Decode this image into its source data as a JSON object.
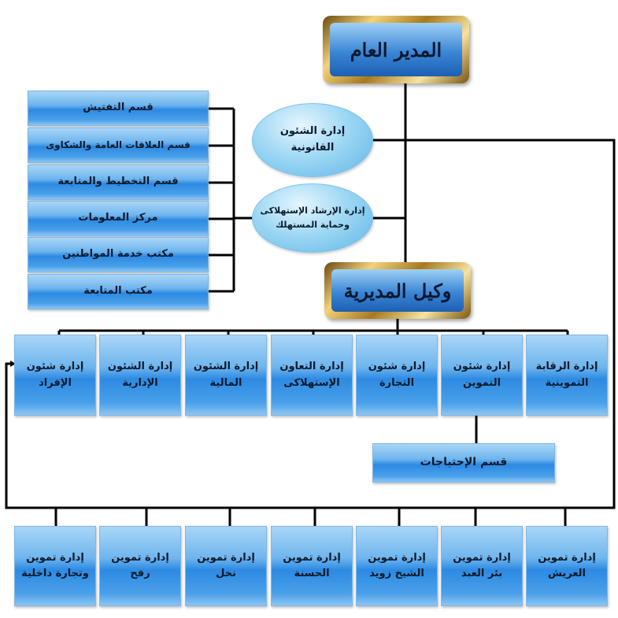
{
  "director": "المدير العام",
  "deputy": "وكيل المديرية",
  "staff_units": [
    {
      "line1": "إدارة الشئون",
      "line2": "القانونية"
    },
    {
      "line1": "إدارة الإرشاد الإستهلاكى",
      "line2": "وحماية المستهلك"
    }
  ],
  "side_sections": [
    "قسم التفتيش",
    "قسم العلاقات العامة والشكاوى",
    "قسم التخطيط والمتابعة",
    "مركز المعلومات",
    "مكتب خدمة المواطنين",
    "مكتب المتابعة"
  ],
  "departments": [
    {
      "line1": "إدارة الرقابة",
      "line2": "التموينية"
    },
    {
      "line1": "إدارة شئون",
      "line2": "التموين"
    },
    {
      "line1": "إدارة شئون",
      "line2": "التجارة"
    },
    {
      "line1": "إدارة التعاون",
      "line2": "الإستهلاكى"
    },
    {
      "line1": "إدارة الشئون",
      "line2": "المالية"
    },
    {
      "line1": "إدارة الشئون",
      "line2": "الإدارية"
    },
    {
      "line1": "إدارة شئون",
      "line2": "الإفراد"
    }
  ],
  "needs_section": "قسم الإحتياجات",
  "branches": [
    {
      "line1": "إدارة تموين",
      "line2": "العريش"
    },
    {
      "line1": "إدارة تموين",
      "line2": "بئر العبد"
    },
    {
      "line1": "إدارة تموين",
      "line2": "الشيخ زويد"
    },
    {
      "line1": "إدارة تموين",
      "line2": "الحسنة"
    },
    {
      "line1": "إدارة تموين",
      "line2": "نخل"
    },
    {
      "line1": "إدارة تموين",
      "line2": "رفح"
    },
    {
      "line1": "إدارة تموين",
      "line2": "وتجارة داخلية"
    }
  ]
}
